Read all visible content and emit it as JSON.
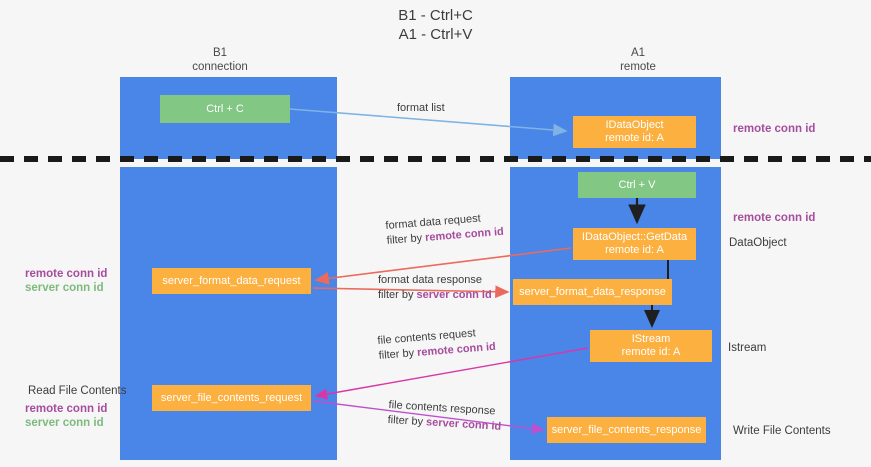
{
  "title": {
    "line1": "B1 - Ctrl+C",
    "line2": "A1 - Ctrl+V"
  },
  "columns": [
    {
      "name": "B1",
      "role": "connection"
    },
    {
      "name": "A1",
      "role": "remote"
    }
  ],
  "nodes": [
    {
      "id": "ctrl-c",
      "line1": "Ctrl + C",
      "line2": "",
      "color": "#82c784"
    },
    {
      "id": "idataobject",
      "line1": "IDataObject",
      "line2": "remote id: A",
      "color": "#fbb040"
    },
    {
      "id": "ctrl-v",
      "line1": "Ctrl + V",
      "line2": "",
      "color": "#82c784"
    },
    {
      "id": "getdata",
      "line1": "IDataObject::GetData",
      "line2": "remote id: A",
      "color": "#fbb040"
    },
    {
      "id": "server-format-data-request",
      "line1": "server_format_data_request",
      "line2": "",
      "color": "#fbb040"
    },
    {
      "id": "server-format-data-response",
      "line1": "server_format_data_response",
      "line2": "",
      "color": "#fbb040"
    },
    {
      "id": "istream",
      "line1": "IStream",
      "line2": "remote id: A",
      "color": "#fbb040"
    },
    {
      "id": "server-file-contents-request",
      "line1": "server_file_contents_request",
      "line2": "",
      "color": "#fbb040"
    },
    {
      "id": "server-file-contents-response",
      "line1": "server_file_contents_response",
      "line2": "",
      "color": "#fbb040"
    }
  ],
  "edges": [
    {
      "id": "format-list",
      "label": "format list",
      "filter_prefix": "",
      "filter_key": "",
      "color": "#a8cdf0"
    },
    {
      "id": "format-data-request",
      "label": "format data request",
      "filter_prefix": "filter by ",
      "filter_key": "remote conn id",
      "color": "#ea6a5e"
    },
    {
      "id": "format-data-response",
      "label": "format data response",
      "filter_prefix": "filter by ",
      "filter_key": "server conn id",
      "color": "#ea6a5e"
    },
    {
      "id": "file-contents-request",
      "label": "file contents request",
      "filter_prefix": "filter by ",
      "filter_key": "remote conn id",
      "color": "#d936a8"
    },
    {
      "id": "file-contents-response",
      "label": "file contents response",
      "filter_prefix": "filter by ",
      "filter_key": "server conn id",
      "color": "#c04fd0"
    }
  ],
  "annotations": {
    "remote_conn_id": "remote conn id",
    "server_conn_id": "server conn id",
    "dataobject": "DataObject",
    "istream": "Istream",
    "write_file_contents": "Write File Contents",
    "read_file_contents": "Read File Contents"
  },
  "colors": {
    "lane": "#4a86e8",
    "green_node": "#82c784",
    "orange_node": "#fbb040",
    "remote_accent": "#a64d9e",
    "server_accent": "#7dbb7d",
    "divider": "#1a1a1a"
  }
}
